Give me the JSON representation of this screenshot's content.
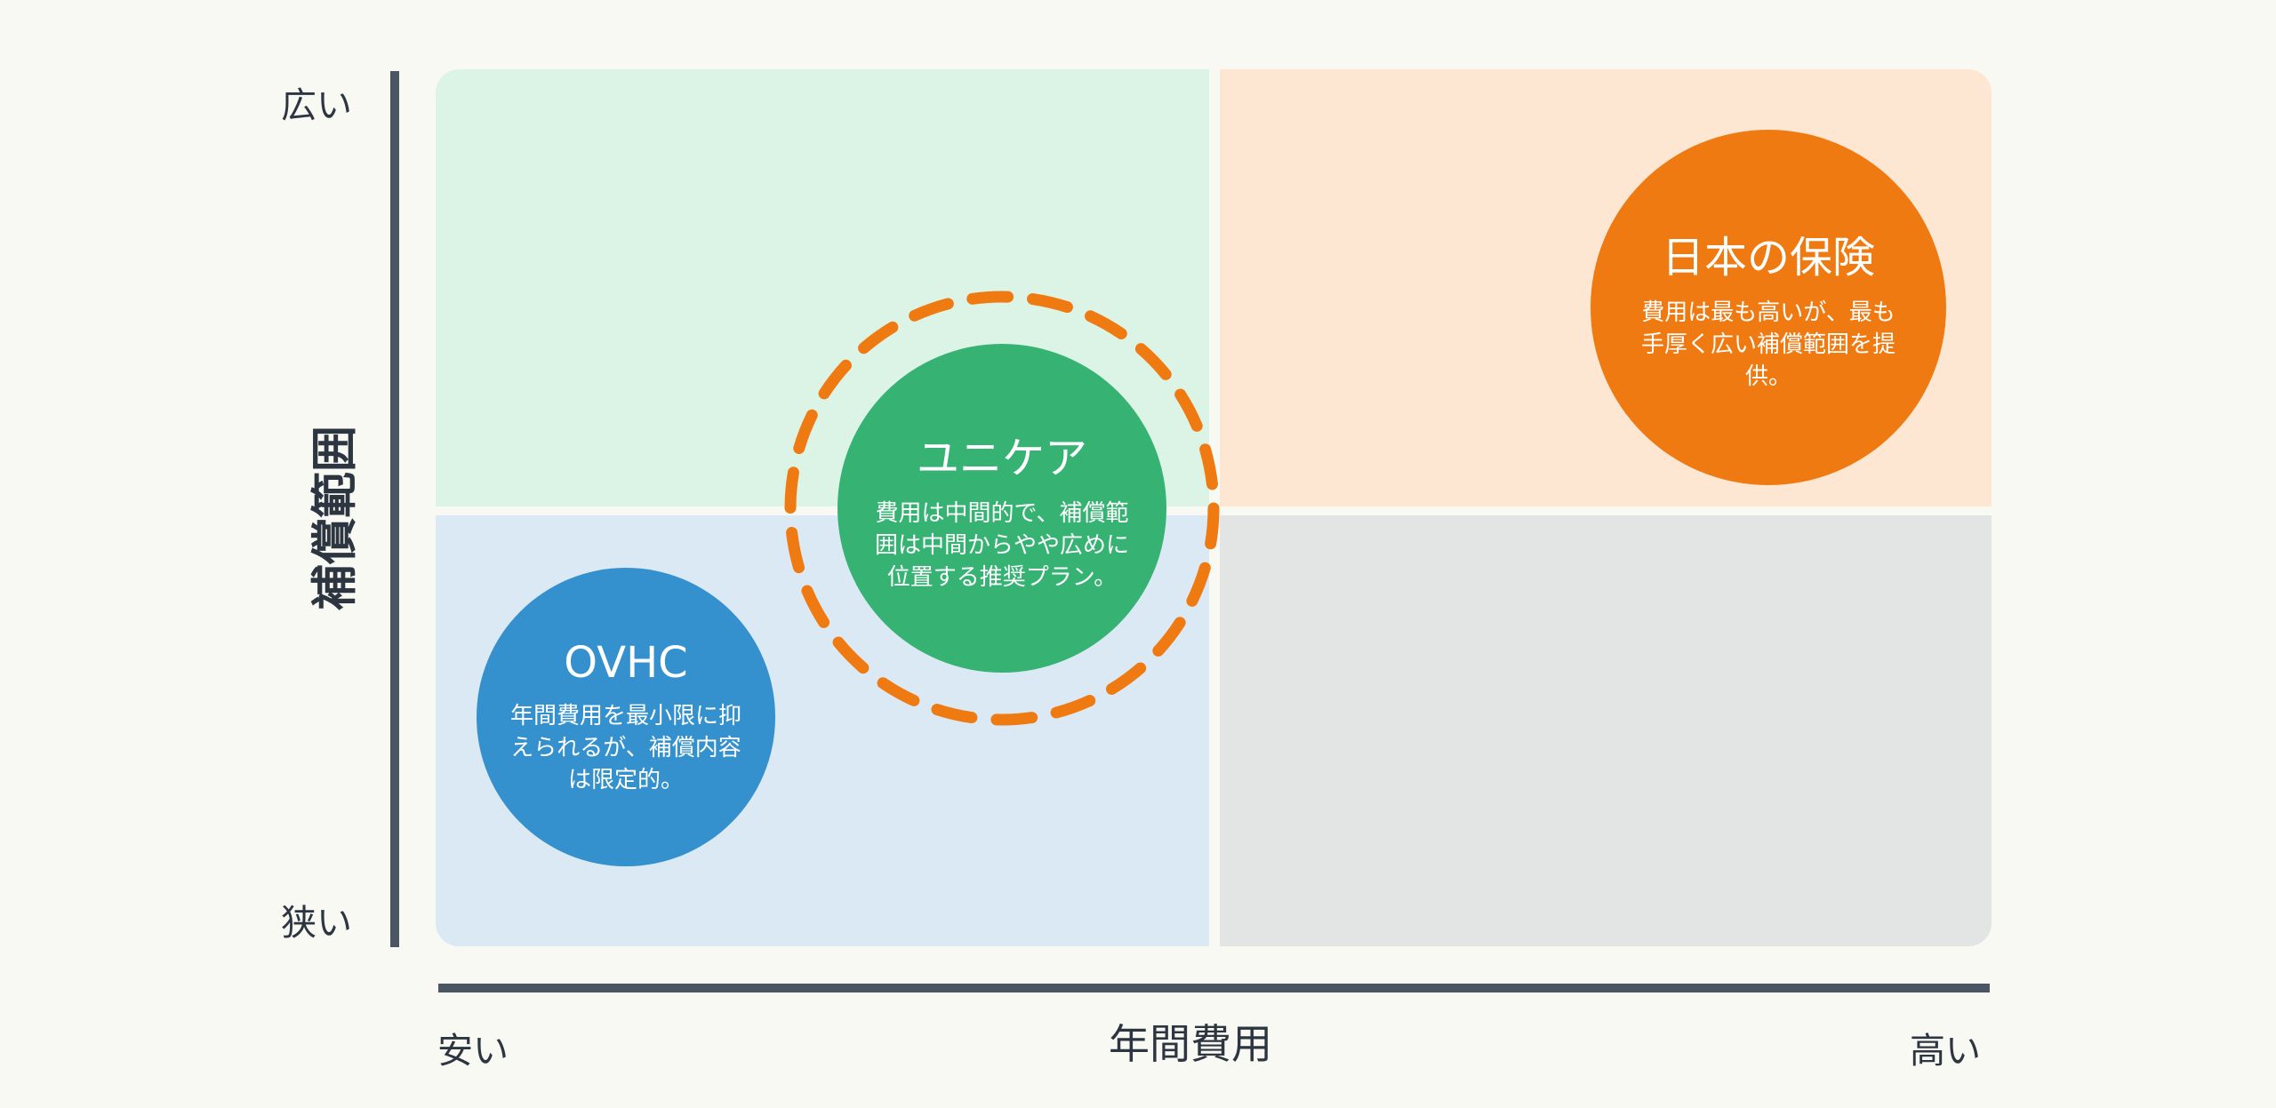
{
  "y_axis": {
    "title": "補償範囲",
    "top_label": "広い",
    "bottom_label": "狭い"
  },
  "x_axis": {
    "title": "年間費用",
    "left_label": "安い",
    "right_label": "高い"
  },
  "quadrant_colors": {
    "top_left": "#dcf4e6",
    "top_right": "#fde7d3",
    "bottom_left": "#dae9f3",
    "bottom_right": "#e3e4e4"
  },
  "items": [
    {
      "name": "日本の保険",
      "description": "費用は最も高いが、最も手厚く広い補償範囲を提供。",
      "color": "#f07a12"
    },
    {
      "name": "ユニケア",
      "description": "費用は中間的で、補償範囲は中間からやや広めに位置する推奨プラン。",
      "color": "#36b273",
      "highlighted": true
    },
    {
      "name": "OVHC",
      "description": "年間費用を最小限に抑えられるが、補償内容は限定的。",
      "color": "#3491cd"
    }
  ],
  "highlight_color": "#f07a12"
}
